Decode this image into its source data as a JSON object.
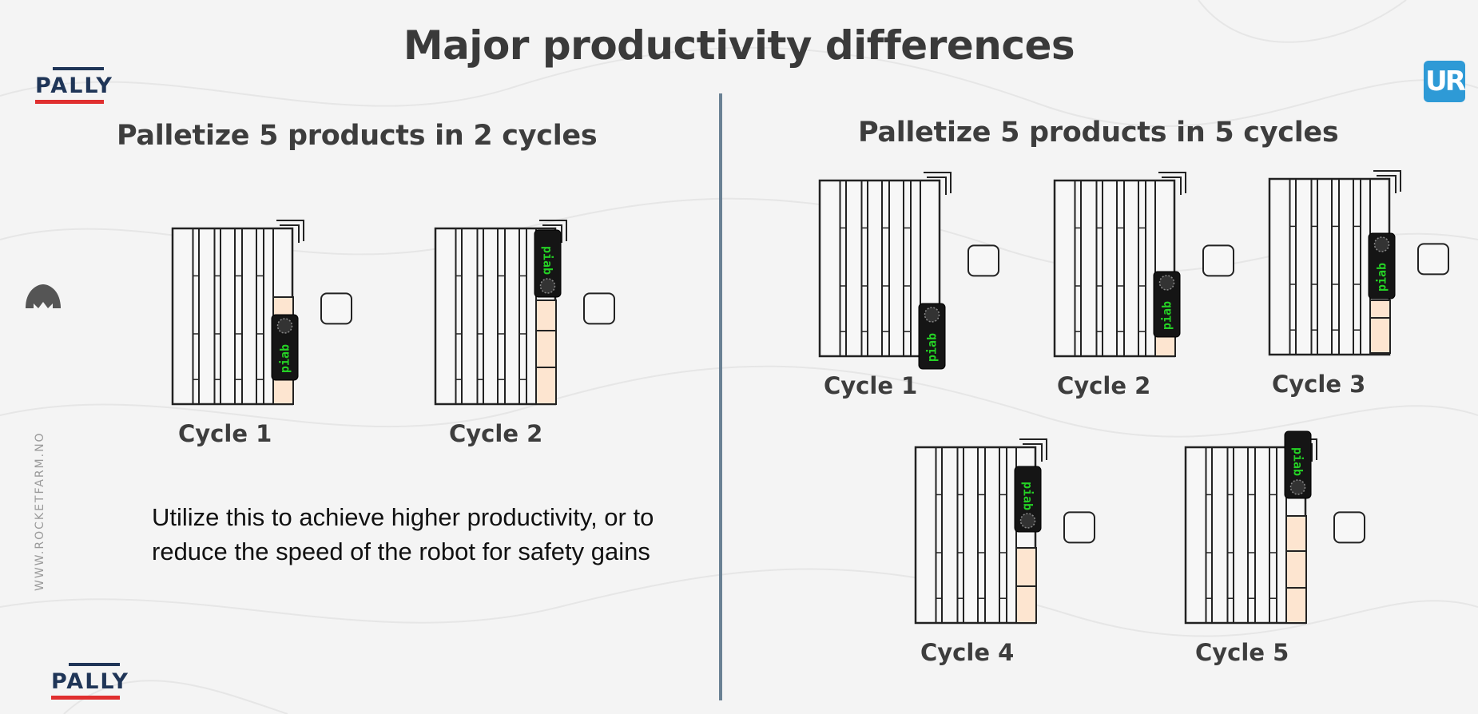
{
  "title": "Major productivity differences",
  "left": {
    "subtitle": "Palletize 5 products in 2 cycles",
    "cycles": [
      "Cycle 1",
      "Cycle 2"
    ],
    "note": "Utilize this to achieve higher productivity, or to reduce the speed of the robot for safety gains"
  },
  "right": {
    "subtitle": "Palletize 5 products in 5 cycles",
    "cycles": [
      "Cycle 1",
      "Cycle 2",
      "Cycle 3",
      "Cycle 4",
      "Cycle 5"
    ]
  },
  "gripper_label": "piab",
  "brand": {
    "logo_text": "PALLY",
    "partner_logo_text": "UR",
    "website": "WWW.ROCKETFARM.NO"
  },
  "colors": {
    "title": "#3a3a3a",
    "divider": "#6a8194",
    "box_fill": "#fde5d0",
    "gripper_text": "#25d125",
    "logo_red": "#e02f2f",
    "logo_navy": "#1f3557",
    "ur_blue": "#2e9ad6"
  }
}
